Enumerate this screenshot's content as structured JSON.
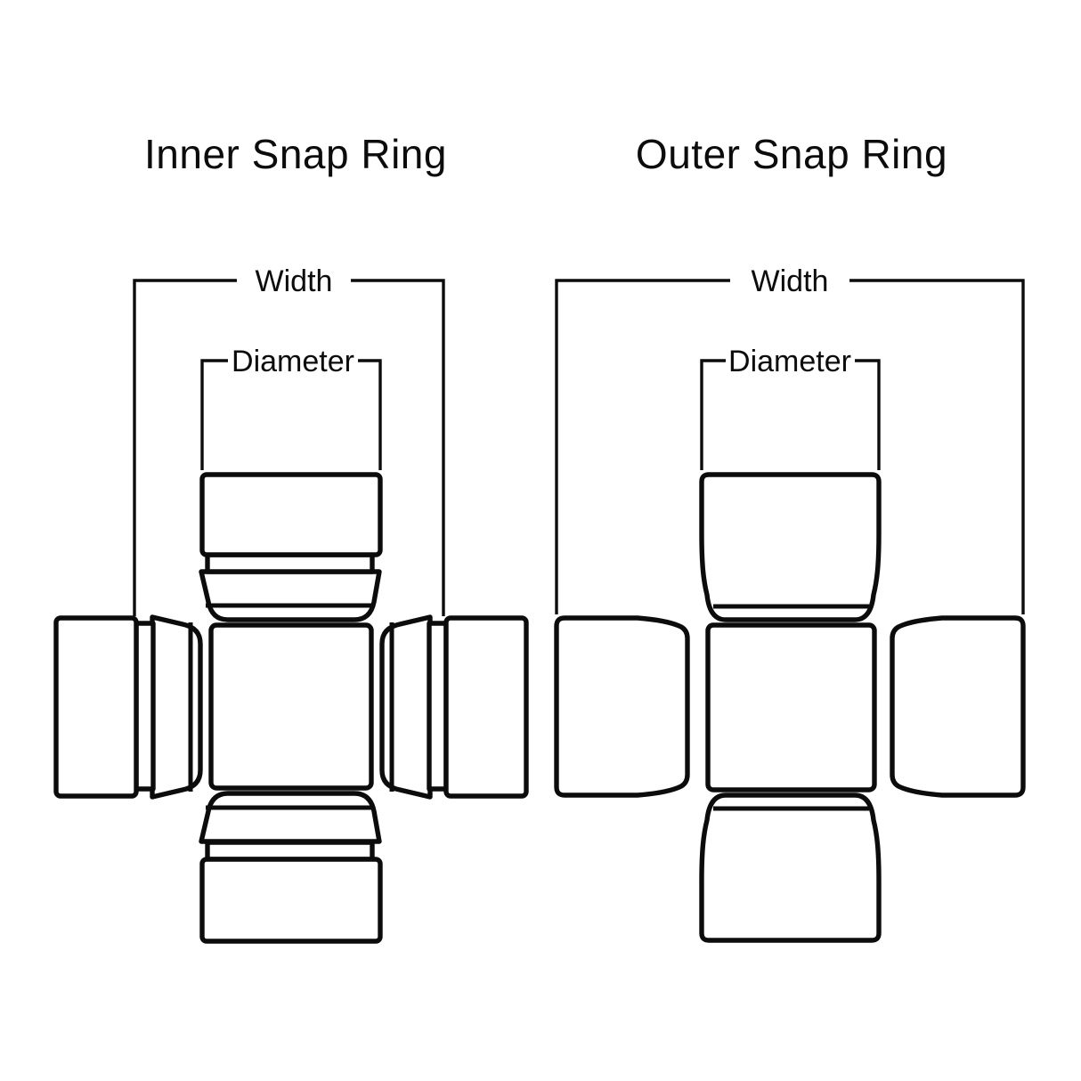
{
  "colors": {
    "ink": "#0c0c0c",
    "background": "#ffffff"
  },
  "diagrams": [
    {
      "title": "Inner Snap Ring",
      "width_label": "Width",
      "diameter_label": "Diameter"
    },
    {
      "title": "Outer Snap Ring",
      "width_label": "Width",
      "diameter_label": "Diameter"
    }
  ]
}
